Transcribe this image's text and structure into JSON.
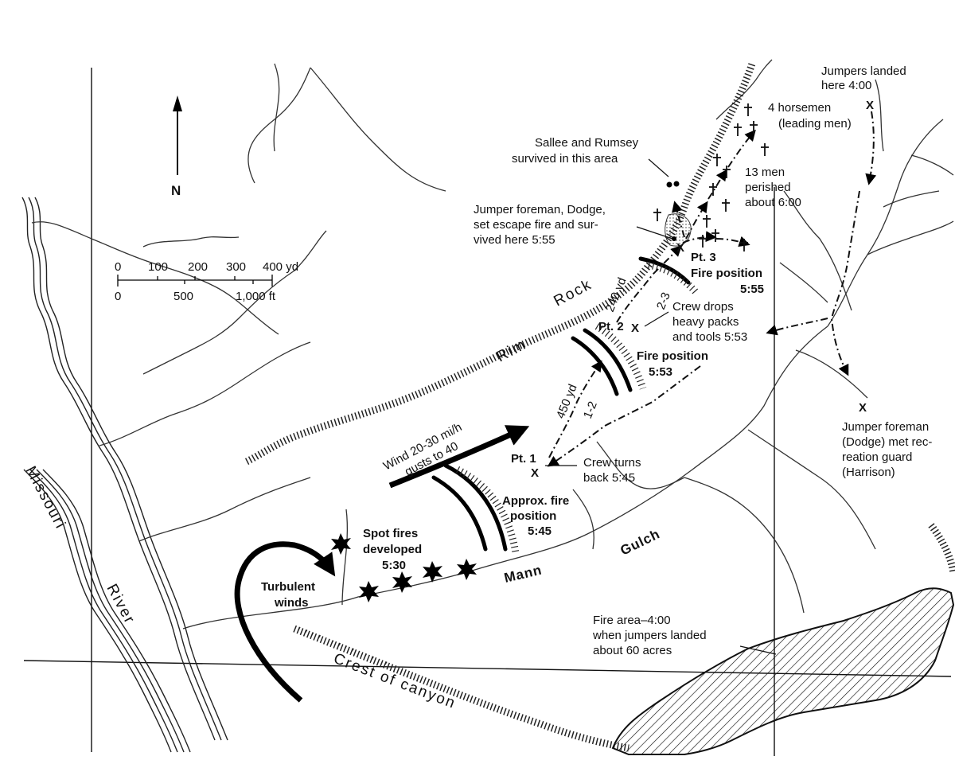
{
  "north_label": "N",
  "scale": {
    "yd_ticks": [
      "0",
      "100",
      "200",
      "300",
      "400 yd"
    ],
    "ft_ticks": [
      "0",
      "500",
      "1,000 ft"
    ]
  },
  "places": {
    "missouri": "Missouri",
    "river": "River",
    "rim": "Rim",
    "rock": "Rock",
    "mann": "Mann",
    "gulch": "Gulch",
    "crest": "Crest of canyon"
  },
  "annotations": {
    "jumpers_landed": [
      "Jumpers landed",
      "here 4:00"
    ],
    "horsemen": [
      "4 horsemen",
      "(leading men)"
    ],
    "survivors": [
      "Sallee and Rumsey",
      "survived in this area"
    ],
    "perished": [
      "13 men",
      "perished",
      "about 6:00"
    ],
    "dodge_escape": [
      "Jumper foreman, Dodge,",
      "set escape fire and sur-",
      "vived here 5:55"
    ],
    "pt3": "Pt. 3",
    "fire_pos_555": [
      "Fire position",
      "5:55"
    ],
    "dist_240": "240 yd",
    "seg_23": "2-3",
    "drops_packs": [
      "Crew drops",
      "heavy packs",
      "and tools 5:53"
    ],
    "pt2": "Pt. 2",
    "fire_pos_553": [
      "Fire position",
      "5:53"
    ],
    "dist_450": "450 yd",
    "seg_12": "1-2",
    "met_guard": [
      "Jumper foreman",
      "(Dodge) met rec-",
      "reation guard",
      "(Harrison)"
    ],
    "wind": [
      "Wind 20-30 mi/h",
      "gusts to 40"
    ],
    "pt1": "Pt. 1",
    "turns_back": [
      "Crew turns",
      "back 5:45"
    ],
    "approx_fire": [
      "Approx. fire",
      "position",
      "5:45"
    ],
    "spot_fires": [
      "Spot fires",
      "developed",
      "5:30"
    ],
    "turbulent": [
      "Turbulent",
      "winds"
    ],
    "fire_area": [
      "Fire area–4:00",
      "when jumpers landed",
      "about 60 acres"
    ],
    "x_mark": "X"
  }
}
